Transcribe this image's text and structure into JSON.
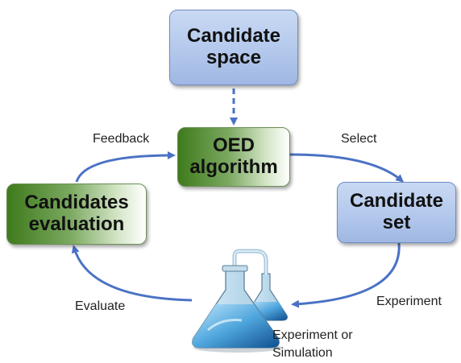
{
  "nodes": {
    "candidate_space": {
      "line1": "Candidate",
      "line2": "space"
    },
    "oed_algorithm": {
      "line1": "OED",
      "line2": "algorithm"
    },
    "candidate_set": {
      "line1": "Candidate",
      "line2": "set"
    },
    "candidates_evaluation": {
      "line1": "Candidates",
      "line2": "evaluation"
    }
  },
  "edge_labels": {
    "feedback": "Feedback",
    "select": "Select",
    "evaluate": "Evaluate",
    "experiment": "Experiment"
  },
  "lab": {
    "line1": "Experiment or",
    "line2": "Simulation",
    "icon": "flask-icon"
  },
  "colors": {
    "arrow": "#4a72c4",
    "blue_box": "#b3c8ec",
    "green_box": "#5a8f3a"
  }
}
